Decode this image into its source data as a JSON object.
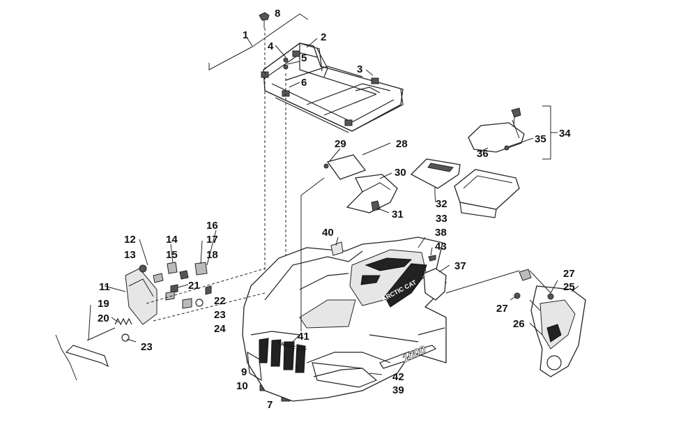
{
  "callouts": {
    "c1": "1",
    "c2": "2",
    "c3": "3",
    "c4": "4",
    "c5": "5",
    "c6": "6",
    "c7": "7",
    "c8": "8",
    "c9": "9",
    "c10": "10",
    "c11": "11",
    "c12": "12",
    "c13": "13",
    "c14": "14",
    "c15": "15",
    "c16": "16",
    "c17": "17",
    "c18": "18",
    "c19": "19",
    "c20": "20",
    "c21": "21",
    "c22": "22",
    "c23a": "23",
    "c23b": "23",
    "c24": "24",
    "c25": "25",
    "c26": "26",
    "c27a": "27",
    "c27b": "27",
    "c28": "28",
    "c29": "29",
    "c30": "30",
    "c31": "31",
    "c32": "32",
    "c33": "33",
    "c34": "34",
    "c35": "35",
    "c36": "36",
    "c37": "37",
    "c38": "38",
    "c39": "39",
    "c40": "40",
    "c41": "41",
    "c42": "42",
    "c43": "43"
  },
  "decals": {
    "brand": "ARCTIC CAT",
    "model": "1000",
    "grille_brand": "ARCTIC CAT"
  }
}
